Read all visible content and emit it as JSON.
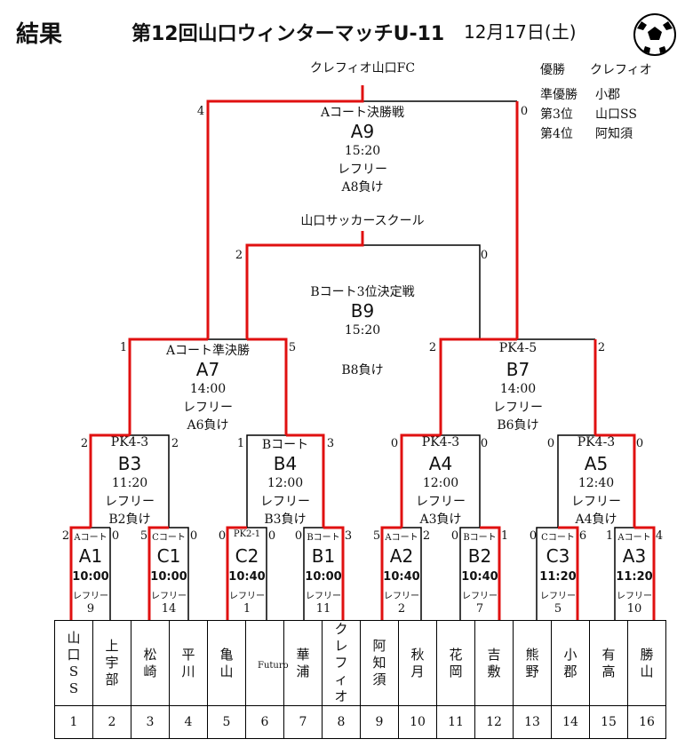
{
  "header": {
    "left": "結果",
    "title": "第12回山口ウィンターマッチU-11",
    "date": "12月17日(土)"
  },
  "results": {
    "champion_label": "優勝",
    "champion": "クレフィオ",
    "runner_label": "準優勝",
    "runner": "小郡",
    "third_label": "第3位",
    "third": "山口SS",
    "fourth_label": "第4位",
    "fourth": "阿知須"
  },
  "final": {
    "winner": "クレフィオ山口FC",
    "title": "Aコート決勝戦",
    "id": "A9",
    "time": "15:20",
    "ref1": "レフリー",
    "ref2": "A8負け",
    "score_left": "4",
    "score_right": "0"
  },
  "third_place": {
    "winner": "山口サッカースクール",
    "title": "Bコート3位決定戦",
    "id": "B9",
    "time": "15:20",
    "ref2": "B8負け",
    "score_left": "2",
    "score_right": "0"
  },
  "a7": {
    "title": "Aコート準決勝",
    "id": "A7",
    "time": "14:00",
    "ref1": "レフリー",
    "ref2": "A6負け",
    "score_left": "1",
    "score_right": "5"
  },
  "b7": {
    "title": "PK4-5",
    "id": "B7",
    "time": "14:00",
    "ref1": "レフリー",
    "ref2": "B6負け",
    "score_left": "2",
    "score_right": "2"
  },
  "qf": [
    {
      "note": "PK4-3",
      "id": "B3",
      "time": "11:20",
      "ref1": "レフリー",
      "ref2": "B2負け",
      "sl": "2",
      "sr": "2"
    },
    {
      "note": "Bコート",
      "id": "B4",
      "time": "12:00",
      "ref1": "レフリー",
      "ref2": "B3負け",
      "sl": "1",
      "sr": "3"
    },
    {
      "note": "PK4-3",
      "id": "A4",
      "time": "12:00",
      "ref1": "レフリー",
      "ref2": "A3負け",
      "sl": "0",
      "sr": "0"
    },
    {
      "note": "PK4-3",
      "id": "A5",
      "time": "12:40",
      "ref1": "レフリー",
      "ref2": "A4負け",
      "sl": "0",
      "sr": "0"
    }
  ],
  "r1": [
    {
      "court": "Aコート",
      "id": "A1",
      "time": "10:00",
      "ref": "レフリー",
      "refteam": "9",
      "sl": "2",
      "sr": "0"
    },
    {
      "court": "Cコート",
      "id": "C1",
      "time": "10:00",
      "ref": "レフリー",
      "refteam": "14",
      "sl": "5",
      "sr": "0"
    },
    {
      "court": "PK2-1",
      "id": "C2",
      "time": "10:40",
      "ref": "レフリー",
      "refteam": "1",
      "sl": "0",
      "sr": "0"
    },
    {
      "court": "Bコート",
      "id": "B1",
      "time": "10:00",
      "ref": "レフリー",
      "refteam": "11",
      "sl": "0",
      "sr": "3"
    },
    {
      "court": "Aコート",
      "id": "A2",
      "time": "10:40",
      "ref": "レフリー",
      "refteam": "2",
      "sl": "5",
      "sr": "2"
    },
    {
      "court": "Bコート",
      "id": "B2",
      "time": "10:40",
      "ref": "レフリー",
      "refteam": "7",
      "sl": "0",
      "sr": "1"
    },
    {
      "court": "Cコート",
      "id": "C3",
      "time": "11:20",
      "ref": "レフリー",
      "refteam": "5",
      "sl": "0",
      "sr": "6"
    },
    {
      "court": "Aコート",
      "id": "A3",
      "time": "11:20",
      "ref": "レフリー",
      "refteam": "10",
      "sl": "1",
      "sr": "4"
    }
  ],
  "teams": [
    {
      "name": "山口SS",
      "num": "1"
    },
    {
      "name": "上宇部",
      "num": "2"
    },
    {
      "name": "松崎",
      "num": "3"
    },
    {
      "name": "平川",
      "num": "4"
    },
    {
      "name": "亀山",
      "num": "5"
    },
    {
      "name": "Futuro",
      "num": "6"
    },
    {
      "name": "華浦",
      "num": "7"
    },
    {
      "name": "クレフィオ",
      "num": "8"
    },
    {
      "name": "阿知須",
      "num": "9"
    },
    {
      "name": "秋月",
      "num": "10"
    },
    {
      "name": "花岡",
      "num": "11"
    },
    {
      "name": "吉敷",
      "num": "12"
    },
    {
      "name": "熊野",
      "num": "13"
    },
    {
      "name": "小郡",
      "num": "14"
    },
    {
      "name": "有高",
      "num": "15"
    },
    {
      "name": "勝山",
      "num": "16"
    }
  ],
  "colors": {
    "win_line": "#e01010",
    "line": "#000000"
  },
  "icons": {
    "ball": "soccer-ball-icon"
  }
}
